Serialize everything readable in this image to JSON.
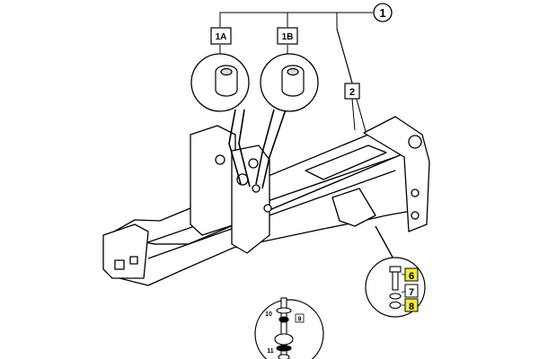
{
  "callouts": {
    "c1": "1",
    "c1a": "1A",
    "c1b": "1B",
    "c2": "2",
    "c6": "6",
    "c7": "7",
    "c8": "8",
    "c9": "9",
    "c10": "10",
    "c11": "11"
  },
  "highlight_color": "#f2ea3c"
}
